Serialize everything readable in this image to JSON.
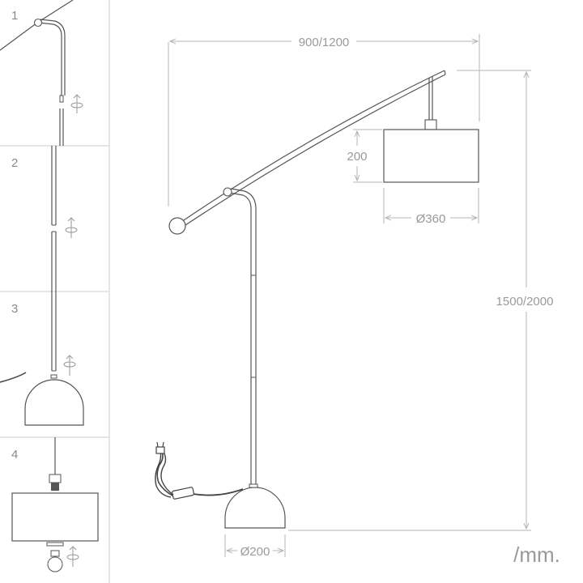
{
  "dimensions": {
    "arm_span": "900/1200",
    "shade_height": "200",
    "shade_diameter": "Ø360",
    "total_height": "1500/2000",
    "base_diameter": "Ø200"
  },
  "unit": "/mm.",
  "steps": [
    "1",
    "2",
    "3",
    "4"
  ],
  "colors": {
    "line": "#555555",
    "dimension": "#b5b5b5",
    "panel_border": "#cccccc",
    "text": "#9a9a9a"
  }
}
